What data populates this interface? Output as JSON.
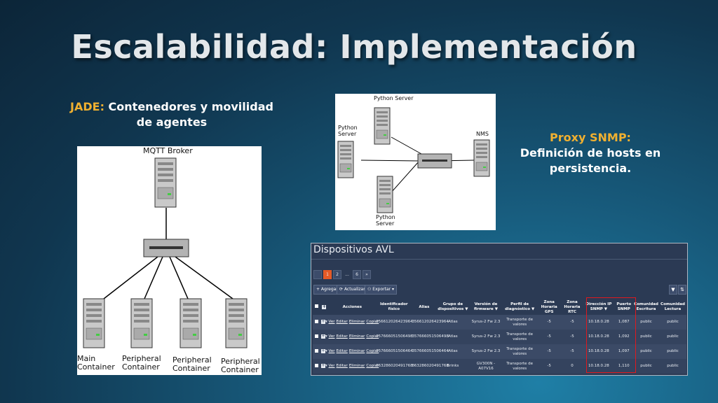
{
  "slide": {
    "title": "Escalabilidad:  Implementación",
    "jade_caption": {
      "highlight": "JADE:",
      "text": " Contenedores y movilidad de agentes"
    },
    "proxy_caption": {
      "highlight": "Proxy SNMP:",
      "text": "Definición de hosts en persistencia."
    }
  },
  "mqtt_diagram": {
    "broker_label": "MQTT Broker",
    "containers": [
      "Main Container",
      "Peripheral Container",
      "Peripheral Container",
      "Peripheral Container"
    ]
  },
  "snmp_diagram": {
    "servers": [
      "Python Server",
      "Python Server",
      "Python Server"
    ],
    "nms_label": "NMS"
  },
  "avl": {
    "title": "Dispositivos AVL",
    "pagination": [
      "1",
      "2",
      "...",
      "6",
      "»"
    ],
    "toolbar": {
      "add": "+ Agregar",
      "refresh": "Actualizar",
      "export": "Exportar"
    },
    "columns": [
      "Acciones",
      "Identificador físico",
      "Alias",
      "Grupo de dispositivos",
      "Versión de firmware",
      "Perfil de diagnóstico",
      "Zona Horaria GPS",
      "Zona Horaria RTC",
      "Dirección IP SNMP",
      "Puerto SNMP",
      "Comunidad Escritura",
      "Comunidad Lectura"
    ],
    "action_links": [
      "Ver",
      "Editar",
      "Eliminar",
      "Copiar"
    ],
    "rows": [
      [
        "356612026423964",
        "356612026423964",
        "Atlas",
        "Syrus-2 Fw 2.3",
        "Transporte de valores",
        "-5",
        "-5",
        "10.18.0.28",
        "1,087",
        "public",
        "public"
      ],
      [
        "357666051506498",
        "357666051506498",
        "Atlas",
        "Syrus-2 Fw 2.3",
        "Transporte de valores",
        "-5",
        "-5",
        "10.18.0.28",
        "1,092",
        "public",
        "public"
      ],
      [
        "357666051506464",
        "357666051506464",
        "Atlas",
        "Syrus-2 Fw 2.3",
        "Transporte de valores",
        "-5",
        "-5",
        "10.18.0.28",
        "1,097",
        "public",
        "public"
      ],
      [
        "863286020491768",
        "863286020491768",
        "Brinks",
        "GV300N - A07V16",
        "Transporte de valores",
        "-5",
        "0",
        "10.18.0.28",
        "1,110",
        "public",
        "public"
      ]
    ]
  }
}
